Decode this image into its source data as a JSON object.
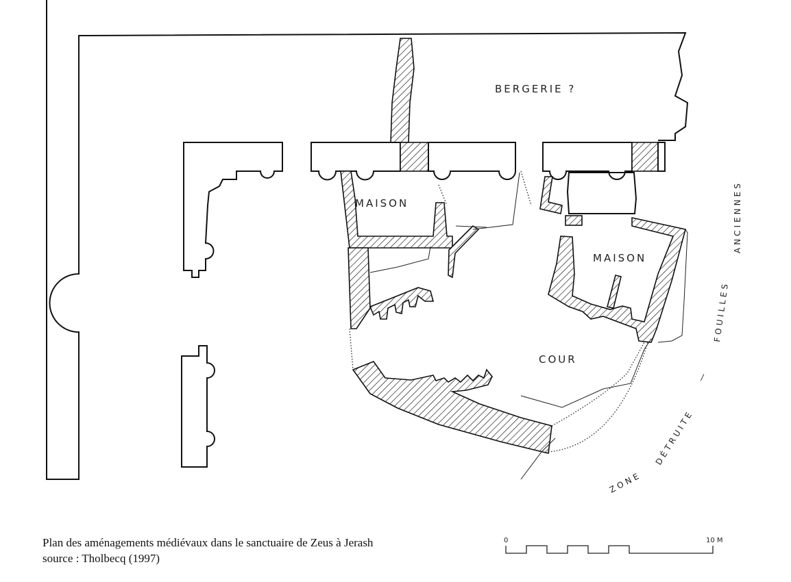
{
  "plan": {
    "labels": {
      "bergerie": "BERGERIE ?",
      "maison_left": "MAISON",
      "maison_right": "MAISON",
      "cour": "COUR",
      "fouilles": "FOUILLES",
      "anciennes": "ANCIENNES",
      "zone": "ZONE",
      "detruite": "DÉTRUITE",
      "dash": "—"
    },
    "scale": {
      "start": "0",
      "end": "10 M"
    }
  },
  "caption": {
    "line1": "Plan des aménagements médiévaux dans le sanctuaire de Zeus à Jerash",
    "line2": "source : Tholbecq (1997)"
  }
}
